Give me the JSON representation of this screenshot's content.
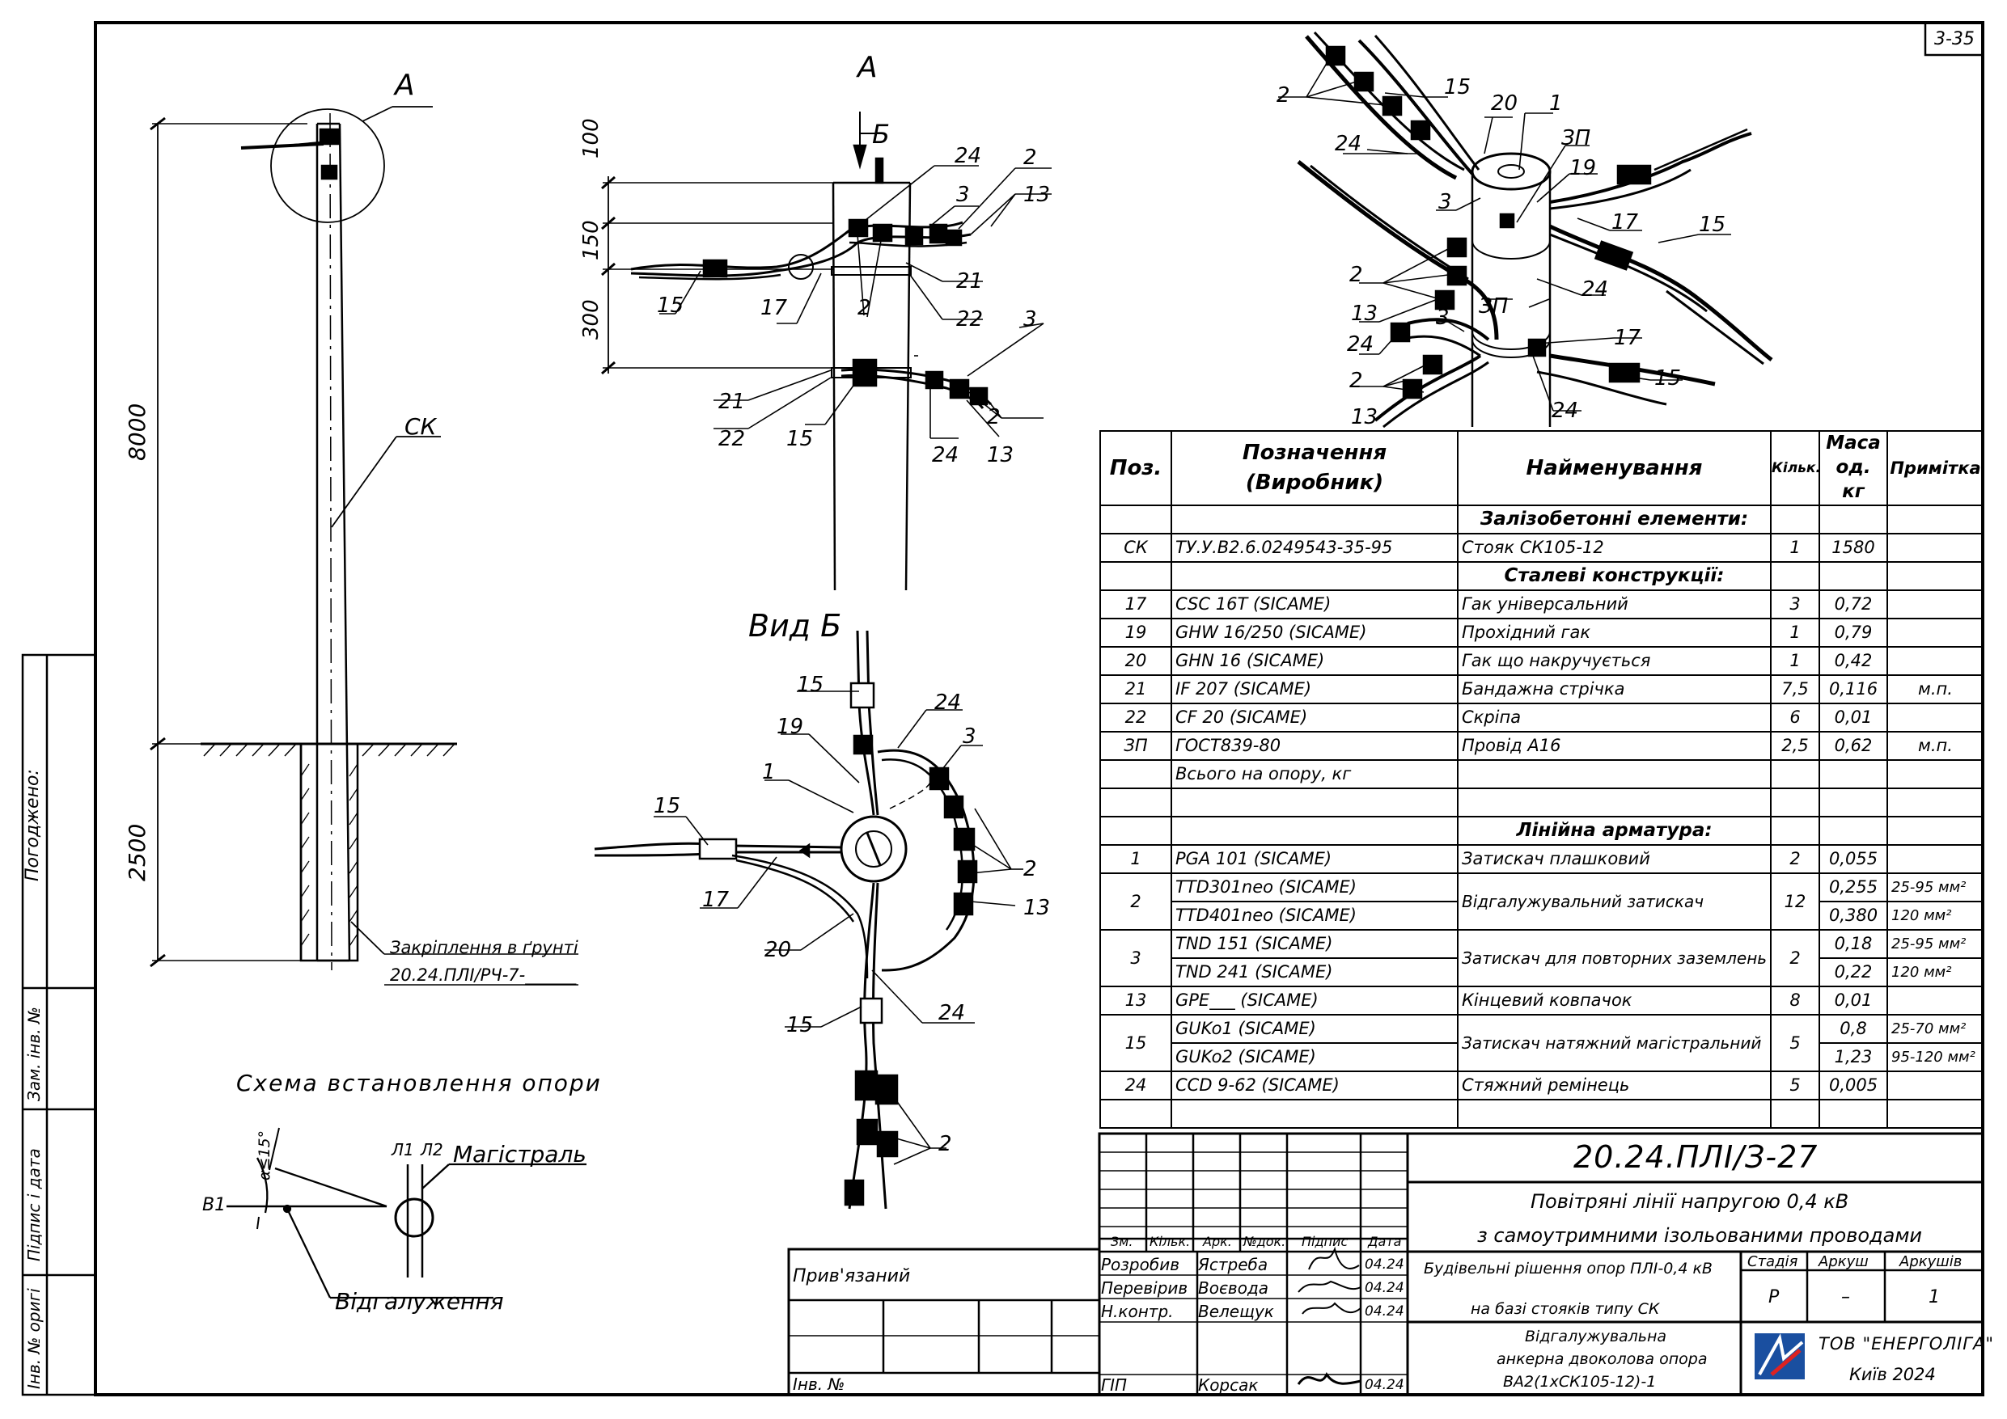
{
  "sheet_ref": "3-35",
  "drawing_number": "20.24.ПЛІ/З-27",
  "left_view": {
    "zone_label": "А",
    "dim_height": "8000",
    "dim_depth": "2500",
    "pole_label": "СК",
    "ground_note_line1": "Закріплення в ґрунті",
    "ground_note_line2": "20.24.ПЛІ/РЧ-7-______"
  },
  "scheme": {
    "title": "Схема встановлення опори",
    "angle_label": "α≤15°",
    "b1_label": "В1",
    "l1_label": "Л1",
    "l2_label": "Л2",
    "main_label": "Магістраль",
    "branch_label": "Відгалуження"
  },
  "side_view": {
    "arrow_a": "А",
    "arrow_b": "Б",
    "dim_100": "100",
    "dim_150": "150",
    "dim_300": "300"
  },
  "view_b_title": "Вид Б",
  "side_stamp": {
    "agreed": "Погоджено:",
    "inv_repl": "Зам. інв. №",
    "sign_date": "Підпис і дата",
    "inv_orig": "Інв. № оригі"
  },
  "spec_table": {
    "headers": {
      "pos": "Поз.",
      "designation": "Позначення (Виробник)",
      "name": "Найменування",
      "qty": "Кільк.",
      "mass": "Маса од. кг",
      "note": "Примітка"
    },
    "section_concrete": "Залізобетонні елементи:",
    "section_steel": "Сталеві конструкції:",
    "section_fittings": "Лінійна арматура:",
    "total_label": "Всього на опору, кг",
    "rows_concrete": [
      {
        "pos": "СК",
        "des": "ТУ.У.В2.6.0249543-35-95",
        "name": "Стояк СК105-12",
        "qty": "1",
        "mass": "1580",
        "note": ""
      }
    ],
    "rows_steel": [
      {
        "pos": "17",
        "des": "CSC 16T   (SICAME)",
        "name": "Гак універсальний",
        "qty": "3",
        "mass": "0,72",
        "note": ""
      },
      {
        "pos": "19",
        "des": "GHW 16/250  (SICAME)",
        "name": "Прохідний гак",
        "qty": "1",
        "mass": "0,79",
        "note": ""
      },
      {
        "pos": "20",
        "des": "GHN 16   (SICAME)",
        "name": "Гак що накручується",
        "qty": "1",
        "mass": "0,42",
        "note": ""
      },
      {
        "pos": "21",
        "des": "IF 207   (SICAME)",
        "name": "Бандажна стрічка",
        "qty": "7,5",
        "mass": "0,116",
        "note": "м.п."
      },
      {
        "pos": "22",
        "des": "CF 20   (SICAME)",
        "name": "Скріпа",
        "qty": "6",
        "mass": "0,01",
        "note": ""
      },
      {
        "pos": "ЗП",
        "des": "ГОСТ839-80",
        "name": "Провід А16",
        "qty": "2,5",
        "mass": "0,62",
        "note": "м.п."
      }
    ],
    "rows_fittings": [
      {
        "pos": "1",
        "des": "PGA 101   (SICAME)",
        "name": "Затискач плашковий",
        "qty": "2",
        "mass": "0,055",
        "note": ""
      },
      {
        "pos": "2",
        "des1": "TTD301neo   (SICAME)",
        "des2": "TTD401neo   (SICAME)",
        "name": "Відгалужувальний затискач",
        "qty": "12",
        "mass1": "0,255",
        "mass2": "0,380",
        "note1": "25-95 мм²",
        "note2": "120 мм²"
      },
      {
        "pos": "3",
        "des1": "TND 151   (SICAME)",
        "des2": "TND 241   (SICAME)",
        "name": "Затискач для повторних заземлень",
        "qty": "2",
        "mass1": "0,18",
        "mass2": "0,22",
        "note1": "25-95 мм²",
        "note2": "120 мм²"
      },
      {
        "pos": "13",
        "des": "GPE___   (SICAME)",
        "name": "Кінцевий ковпачок",
        "qty": "8",
        "mass": "0,01",
        "note": ""
      },
      {
        "pos": "15",
        "des1": "GUKo1   (SICAME)",
        "des2": "GUKo2   (SICAME)",
        "name": "Затискач натяжний магістральний",
        "qty": "5",
        "mass1": "0,8",
        "mass2": "1,23",
        "note1": "25-70 мм²",
        "note2": "95-120 мм²"
      },
      {
        "pos": "24",
        "des": "CCD 9-62   (SICAME)",
        "name": "Стяжний ремінець",
        "qty": "5",
        "mass": "0,005",
        "note": ""
      }
    ]
  },
  "title_block": {
    "col_headers": [
      "Зм.",
      "Кільк.",
      "Арк.",
      "№док.",
      "Підпис",
      "Дата"
    ],
    "roles": [
      {
        "role": "Розробив",
        "person": "Ястреба",
        "date": "04.24"
      },
      {
        "role": "Перевірив",
        "person": "Воєвода",
        "date": "04.24"
      },
      {
        "role": "Н.контр.",
        "person": "Велещук",
        "date": "04.24"
      },
      {
        "role": "ГІП",
        "person": "Корсак",
        "date": "04.24"
      }
    ],
    "project_line1": "Повітряні лінії напругою 0,4 кВ",
    "project_line2": "з самоутримними ізольованими проводами",
    "section_line1": "Будівельні рішення опор ПЛІ-0,4 кВ",
    "section_line2": "на базі стояків типу СК",
    "stage_label": "Стадія",
    "sheet_label": "Аркуш",
    "sheets_label": "Аркушів",
    "stage": "Р",
    "sheet": "–",
    "sheets": "1",
    "object_line1": "Відгалужувальна",
    "object_line2": "анкерна двоколова опора",
    "object_line3": "ВА2(1хСК105-12)-1",
    "company": "ТОВ \"ЕНЕРГОЛІГА\"",
    "city_year": "Київ 2024",
    "linked": "Прив'язаний",
    "inv_no": "Інв. №"
  }
}
